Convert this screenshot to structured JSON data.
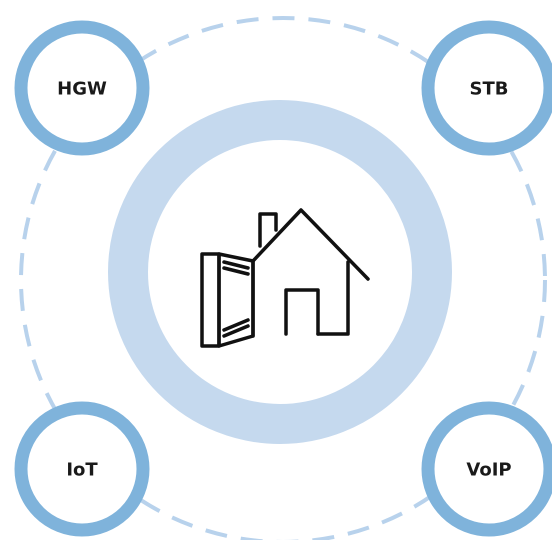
{
  "diagram": {
    "center_icon": "home-network-icon",
    "nodes": [
      {
        "id": "hgw",
        "label": "HGW"
      },
      {
        "id": "stb",
        "label": "STB"
      },
      {
        "id": "iot",
        "label": "IoT"
      },
      {
        "id": "voip",
        "label": "VoIP"
      }
    ]
  },
  "colors": {
    "node_ring": "#7fb3db",
    "center_ring": "#c5d9ee",
    "dashed_orbit": "#b8d2ec",
    "icon_stroke": "#111111",
    "label_text": "#1a1a1a",
    "background": "#ffffff"
  }
}
